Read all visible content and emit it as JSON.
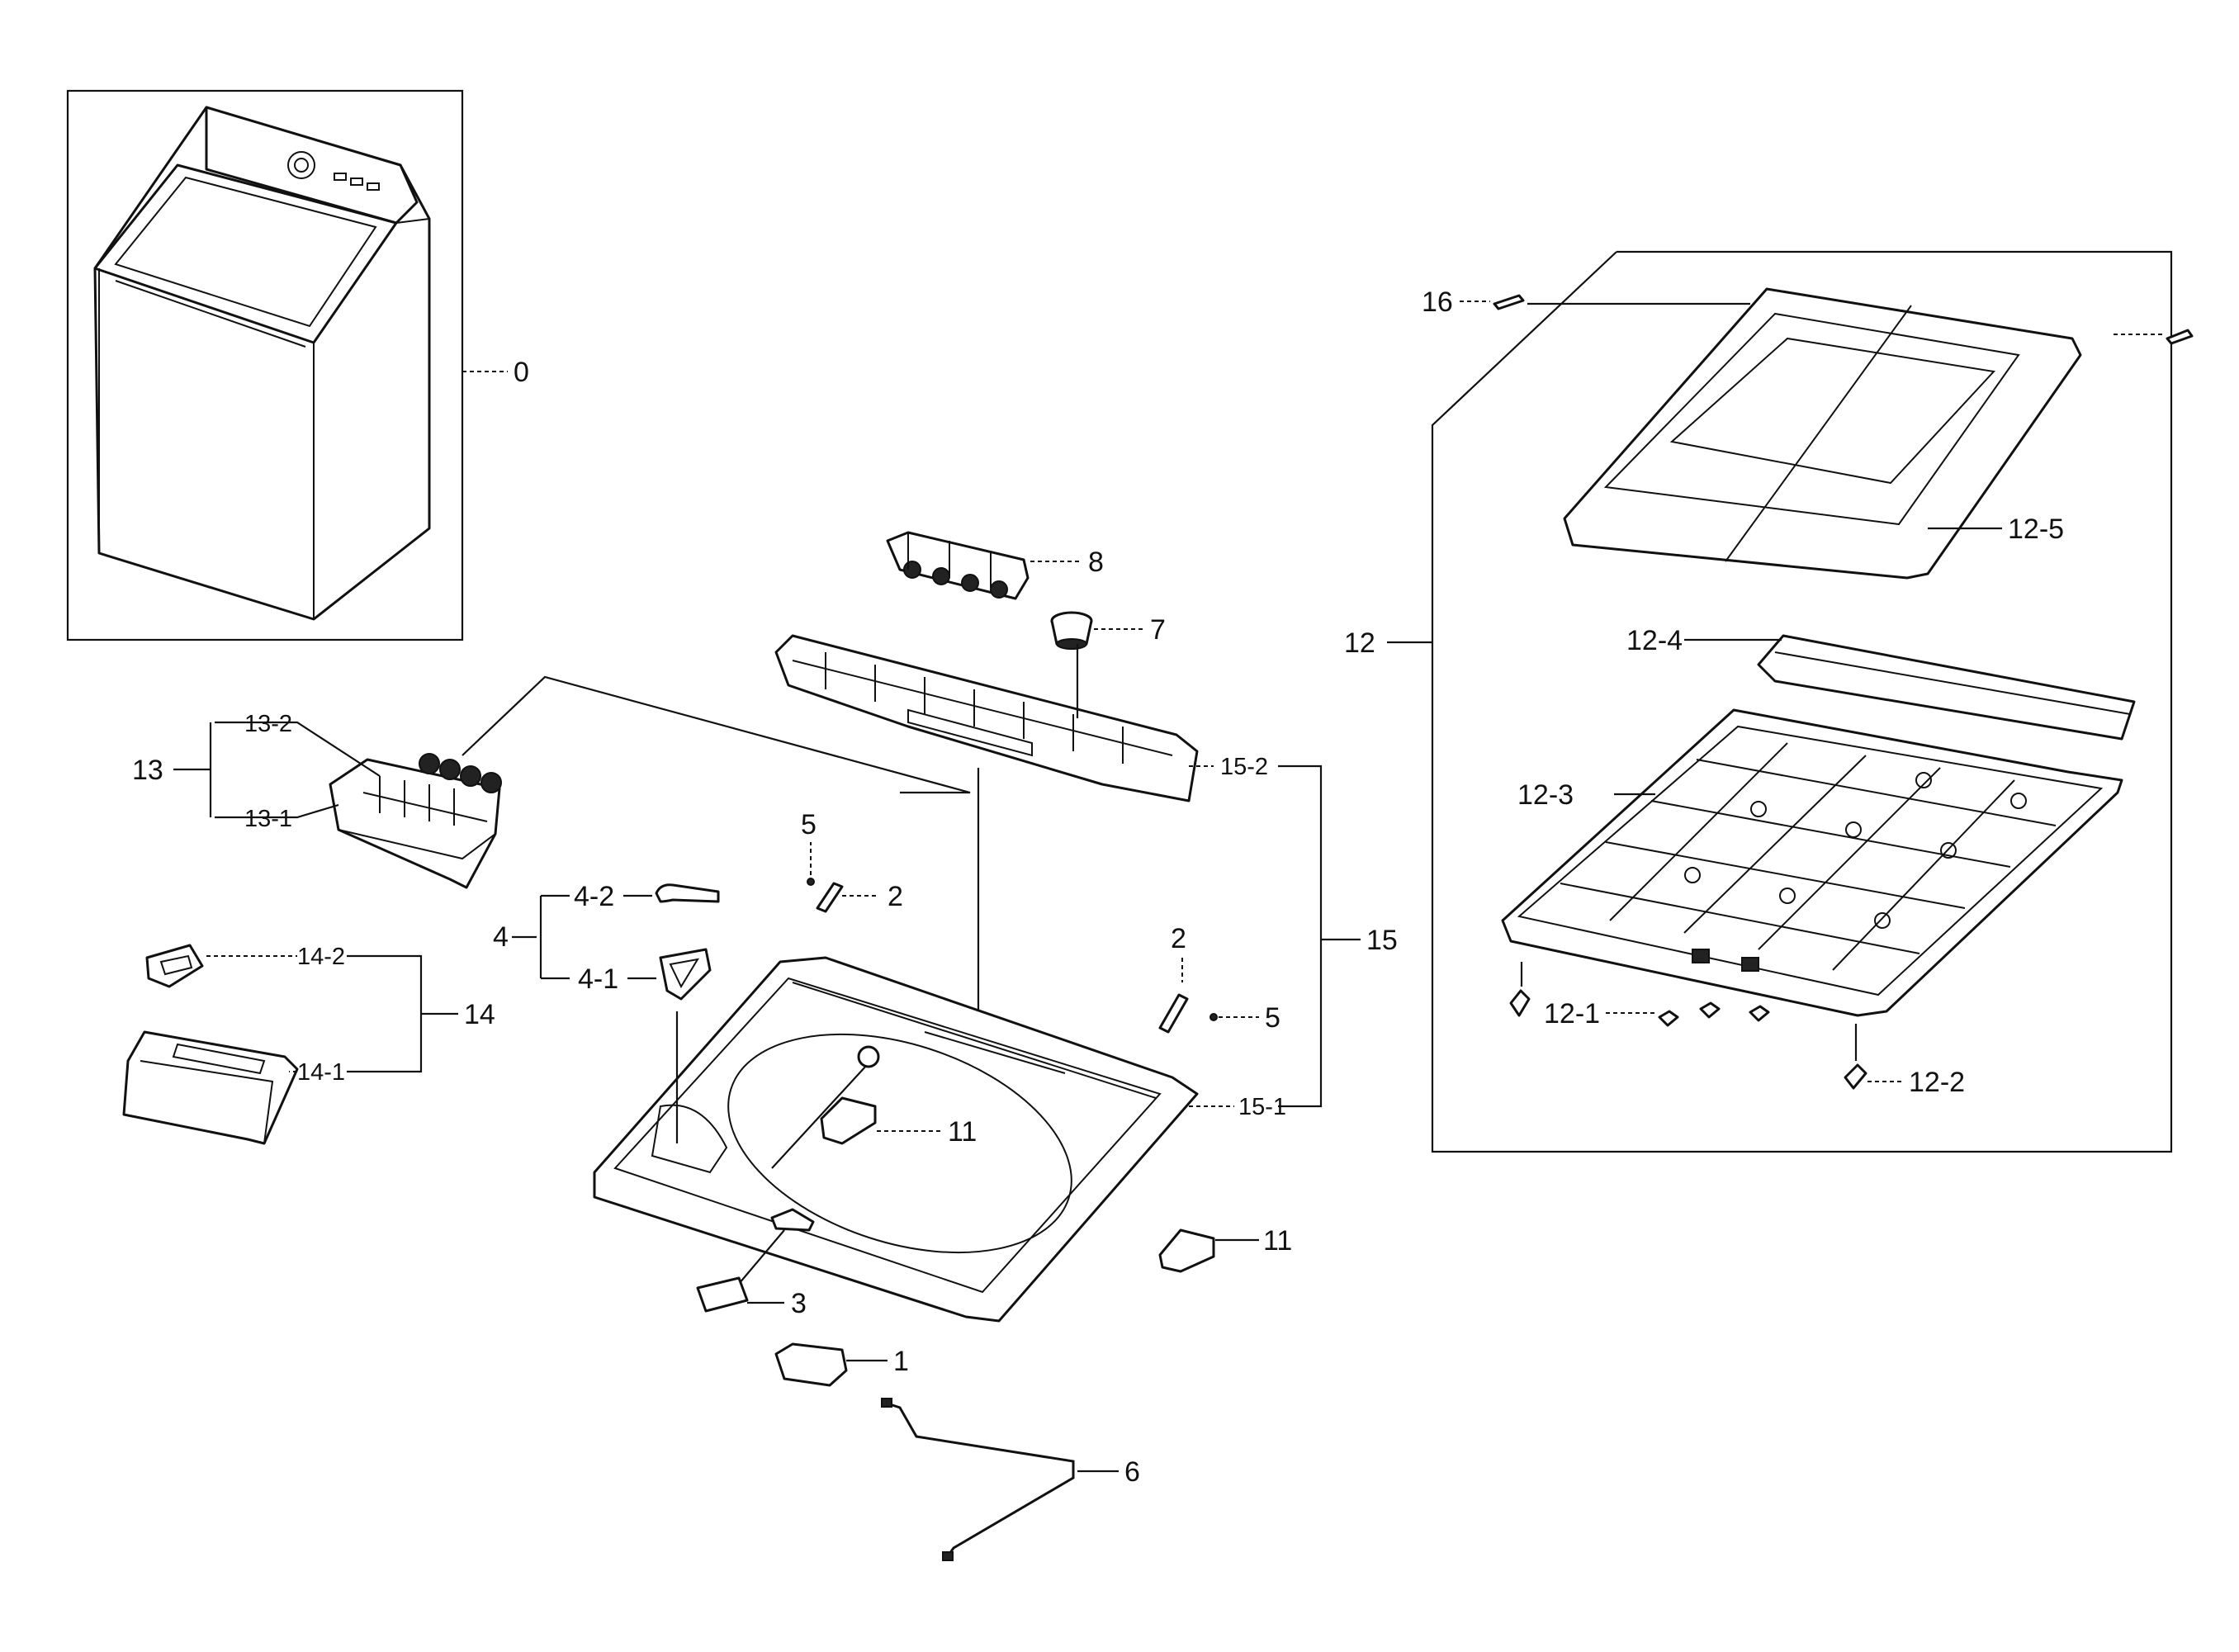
{
  "labels": {
    "p0": "0",
    "p1": "1",
    "p2a": "2",
    "p2b": "2",
    "p3": "3",
    "p4": "4",
    "p4_1": "4-1",
    "p4_2": "4-2",
    "p5a": "5",
    "p5b": "5",
    "p6": "6",
    "p7": "7",
    "p8": "8",
    "p11a": "11",
    "p11b": "11",
    "p12": "12",
    "p12_1": "12-1",
    "p12_2": "12-2",
    "p12_3": "12-3",
    "p12_4": "12-4",
    "p12_5": "12-5",
    "p13": "13",
    "p13_1": "13-1",
    "p13_2": "13-2",
    "p14": "14",
    "p14_1": "14-1",
    "p14_2": "14-2",
    "p15": "15",
    "p15_1": "15-1",
    "p15_2": "15-2",
    "p16": "16"
  }
}
